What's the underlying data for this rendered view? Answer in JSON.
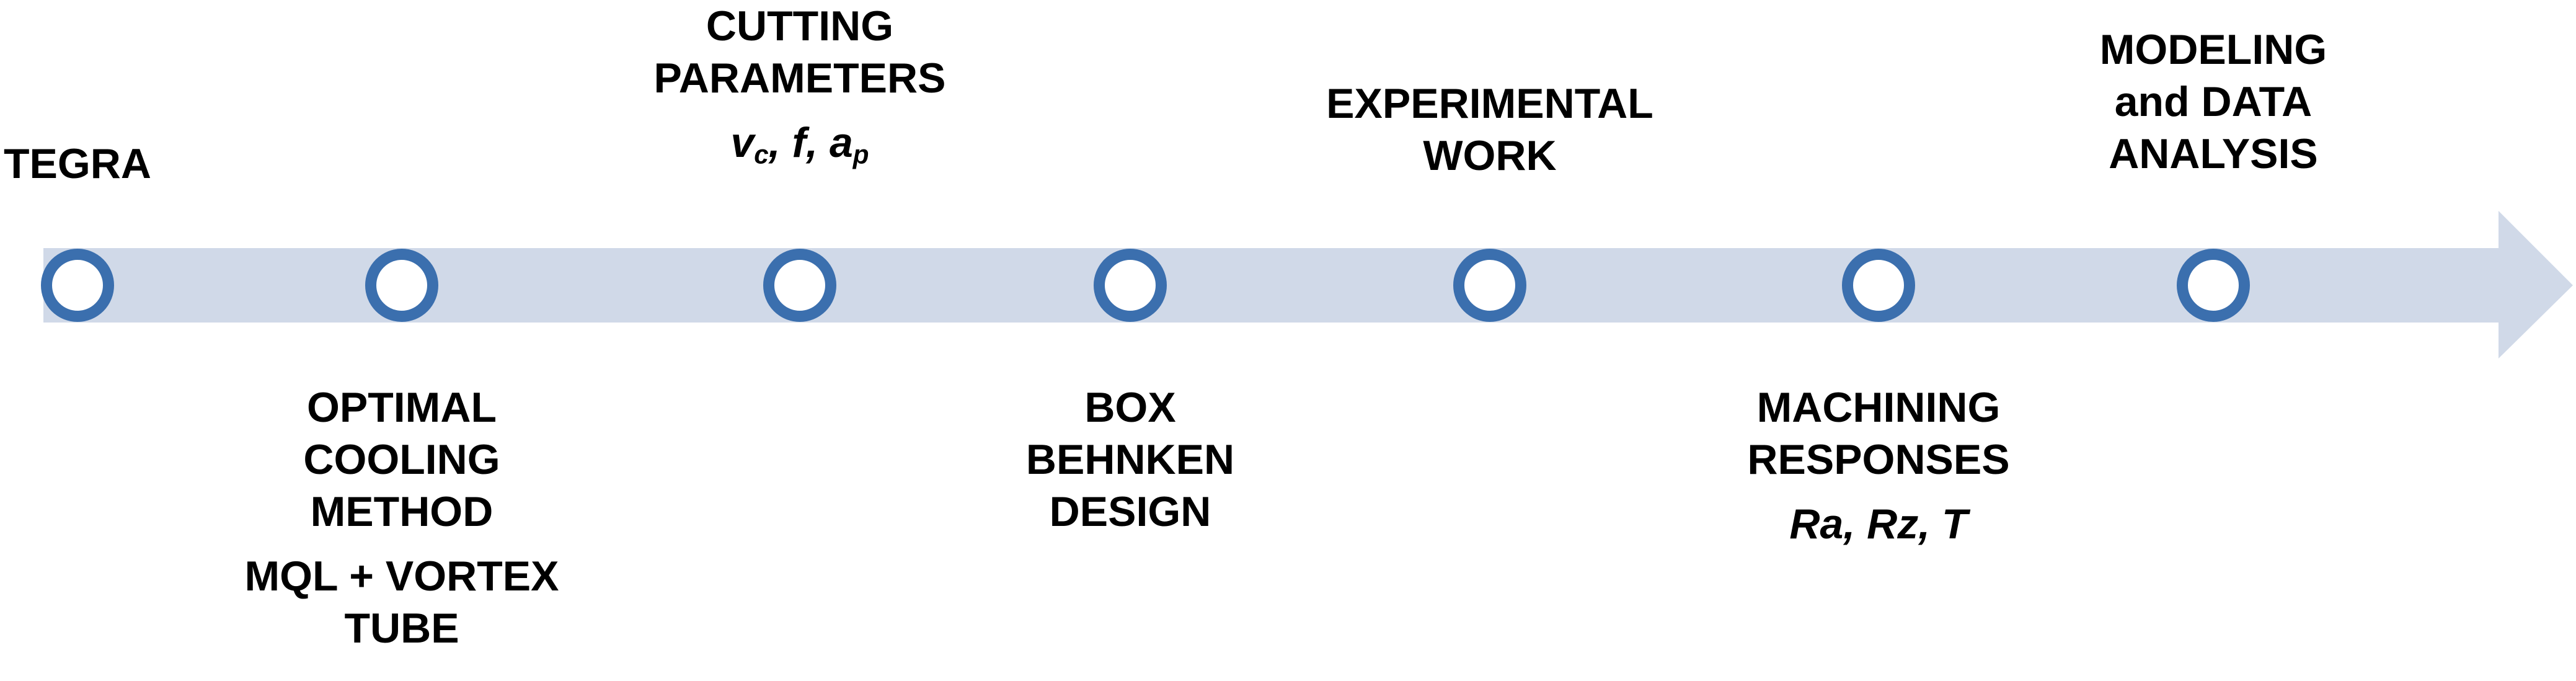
{
  "colors": {
    "arrow": "#d0d9e8",
    "node_stroke": "#3b6fae",
    "node_fill": "#ffffff",
    "text": "#000000"
  },
  "steps": [
    {
      "id": "tegra",
      "position": "top",
      "lines": [
        "TEGRA"
      ]
    },
    {
      "id": "cooling",
      "position": "bottom",
      "lines": [
        "OPTIMAL",
        "COOLING",
        "METHOD"
      ],
      "detail_lines": [
        "MQL + VORTEX",
        "TUBE"
      ]
    },
    {
      "id": "cutting",
      "position": "top",
      "lines": [
        "CUTTING",
        "PARAMETERS"
      ],
      "formula": [
        {
          "sym": "v",
          "sub": "c"
        },
        {
          "sep": ", "
        },
        {
          "sym": "f"
        },
        {
          "sep": ", "
        },
        {
          "sym": "a",
          "sub": "p"
        }
      ]
    },
    {
      "id": "box-behnken",
      "position": "bottom",
      "lines": [
        "BOX",
        "BEHNKEN",
        "DESIGN"
      ]
    },
    {
      "id": "experimental",
      "position": "top",
      "lines": [
        "EXPERIMENTAL",
        "WORK"
      ]
    },
    {
      "id": "responses",
      "position": "bottom",
      "lines": [
        "MACHINING",
        "RESPONSES"
      ],
      "formula": [
        {
          "sym": "Ra"
        },
        {
          "sep": ", "
        },
        {
          "sym": "Rz"
        },
        {
          "sep": ", "
        },
        {
          "sym": "T"
        }
      ]
    },
    {
      "id": "modeling",
      "position": "top",
      "lines": [
        "MODELING",
        "and DATA",
        "ANALYSIS"
      ]
    }
  ]
}
